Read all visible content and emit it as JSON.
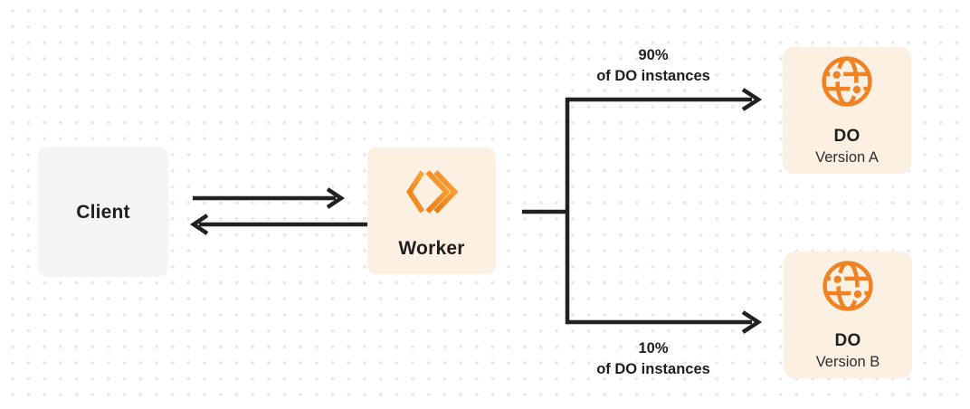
{
  "theme": {
    "background": "#ffffff",
    "dot_color": "#e7e7ea",
    "line_color": "#212121",
    "text_color": "#1e1e1e",
    "subtext_color": "#2e2e2e",
    "accent_orange": "#f08224",
    "accent_orange_dark": "#ed7c17",
    "accent_orange_light": "#f9a63a",
    "node_cream_bg": "#fbf0e1",
    "node_gray_bg": "#f5f5f6"
  },
  "nodes": {
    "client": {
      "label": "Client"
    },
    "worker": {
      "label": "Worker",
      "icon": "workers-icon"
    },
    "do_version_a": {
      "title": "DO",
      "subtitle": "Version A",
      "icon": "globe-icon"
    },
    "do_version_b": {
      "title": "DO",
      "subtitle": "Version B",
      "icon": "globe-icon"
    }
  },
  "edge_labels": {
    "top": {
      "percent": "90%",
      "caption": "of DO instances"
    },
    "bottom": {
      "percent": "10%",
      "caption": "of DO instances"
    }
  }
}
